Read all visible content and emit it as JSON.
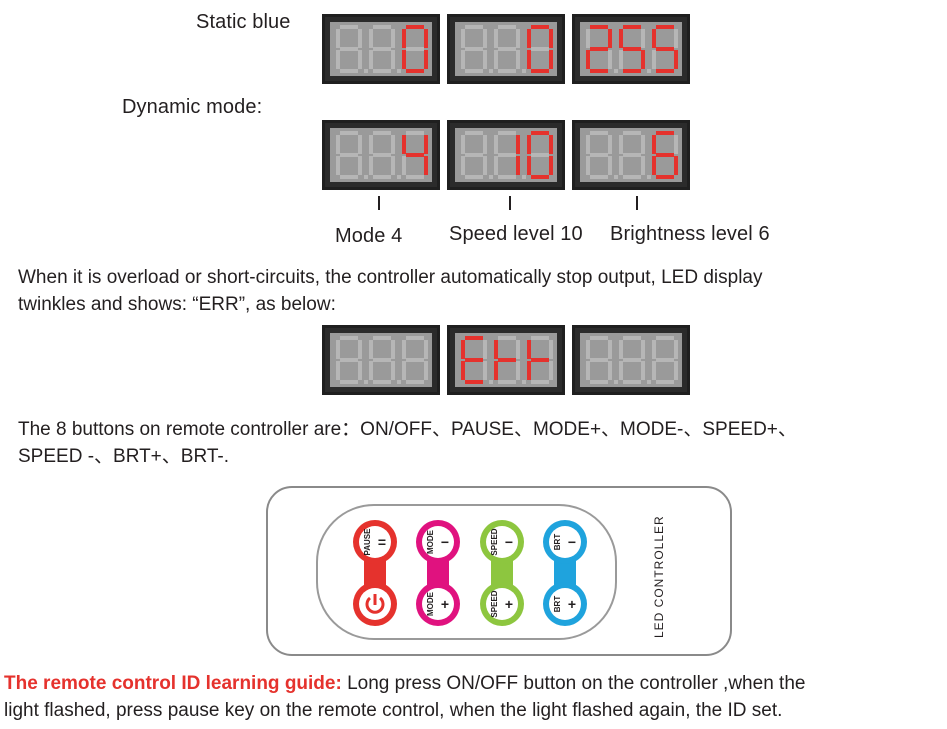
{
  "static_section": {
    "label": "Static blue",
    "digits": [
      [
        "",
        "",
        "0"
      ],
      [
        "",
        "",
        "0"
      ],
      [
        "2",
        "5",
        "5"
      ]
    ]
  },
  "dynamic_section": {
    "label": "Dynamic mode:",
    "digits": [
      [
        "",
        "",
        "4"
      ],
      [
        "",
        "1",
        "0"
      ],
      [
        "",
        "",
        "6"
      ]
    ],
    "annotations": [
      "Mode 4",
      "Speed level 10",
      "Brightness level 6"
    ]
  },
  "overload": {
    "line1": "When it is overload or short-circuits, the controller  automatically stop output, LED display",
    "line2": "twinkles and shows:  “ERR”, as below:",
    "digits": [
      [
        "",
        "",
        ""
      ],
      [
        "E",
        "R",
        "R"
      ],
      [
        "",
        "",
        ""
      ]
    ]
  },
  "buttons_text": {
    "line1": "The 8 buttons on remote controller are：ON/OFF、PAUSE、MODE+、MODE-、SPEED+、",
    "line2": "SPEED -、BRT+、BRT-."
  },
  "remote": {
    "side_label": "LED CONTROLLER",
    "buttons": [
      {
        "name": "pause",
        "label": "PAUSE",
        "sign": "=",
        "color": "#e5322d"
      },
      {
        "name": "mode-minus",
        "label": "MODE",
        "sign": "−",
        "color": "#e0127f"
      },
      {
        "name": "speed-minus",
        "label": "SPEED",
        "sign": "−",
        "color": "#8dc63f"
      },
      {
        "name": "brt-minus",
        "label": "BRT",
        "sign": "−",
        "color": "#1fa3dd"
      },
      {
        "name": "power",
        "label": "",
        "sign": "",
        "color": "#e5322d"
      },
      {
        "name": "mode-plus",
        "label": "MODE",
        "sign": "+",
        "color": "#e0127f"
      },
      {
        "name": "speed-plus",
        "label": "SPEED",
        "sign": "+",
        "color": "#8dc63f"
      },
      {
        "name": "brt-plus",
        "label": "BRT",
        "sign": "+",
        "color": "#1fa3dd"
      }
    ]
  },
  "guide": {
    "heading": "The remote control ID learning guide:",
    "text1": " Long press ON/OFF button on the controller ,when the",
    "line2": "light flashed, press pause key on the remote control, when the light flashed again, the ID set."
  },
  "colors": {
    "segment_on": "#e5322d",
    "segment_off": "#b6b6b6",
    "panel_bg": "#2b2b2b"
  }
}
